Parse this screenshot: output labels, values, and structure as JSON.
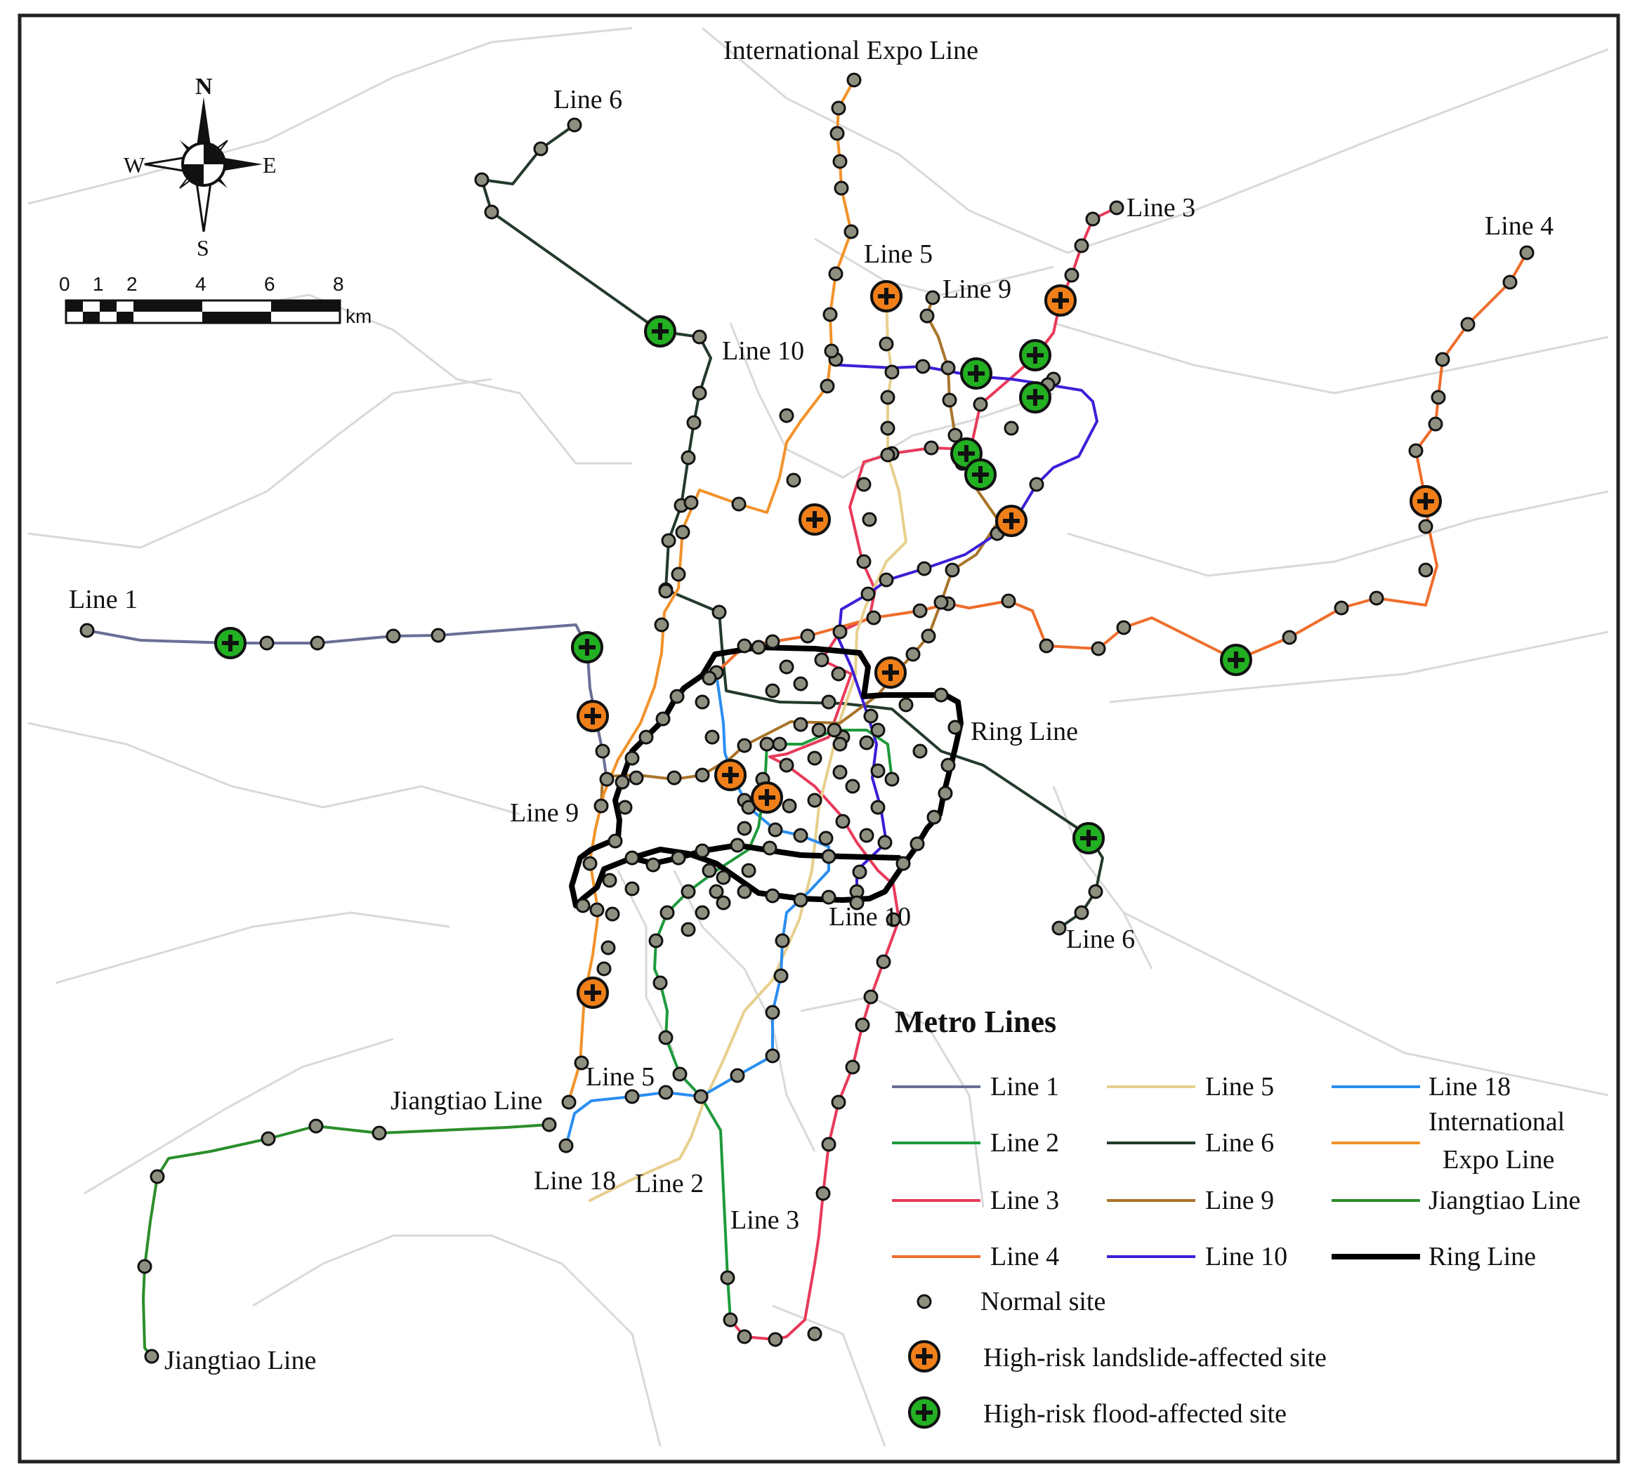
{
  "compass": {
    "n": "N",
    "s": "S",
    "e": "E",
    "w": "W"
  },
  "scale_bar": {
    "ticks": [
      "0",
      "1",
      "2",
      "4",
      "6",
      "8"
    ],
    "unit": "km"
  },
  "colors": {
    "line1": "#6b6f96",
    "line2": "#1e9a3c",
    "line3": "#e83a5a",
    "line4": "#ef6d2b",
    "line5": "#e8cf8d",
    "line6": "#233a2c",
    "line9": "#a9742a",
    "line10": "#3c1fd6",
    "line18": "#2b8ef0",
    "intl_expo": "#f2922a",
    "jiangtiao": "#2b8e2b",
    "ring": "#000000",
    "landslide": "#f07f1a",
    "flood": "#22b022",
    "site": "#8f8f80"
  },
  "map_labels": {
    "international_expo_line": "International Expo Line",
    "line6_north": "Line 6",
    "line3": "Line 3",
    "line4": "Line 4",
    "line5_north": "Line 5",
    "line9_north": "Line 9",
    "line10_north": "Line 10",
    "line1": "Line 1",
    "ring_line": "Ring Line",
    "line9_west": "Line 9",
    "line10_south": "Line 10",
    "line6_east": "Line 6",
    "jiangtiao_line_mid": "Jiangtiao Line",
    "line5_south": "Line 5",
    "line18": "Line 18",
    "line2": "Line 2",
    "line3_south": "Line 3",
    "jiangtiao_line_south": "Jiangtiao Line"
  },
  "legend": {
    "title": "Metro Lines",
    "lines": [
      {
        "label": "Line 1",
        "color_key": "line1"
      },
      {
        "label": "Line 2",
        "color_key": "line2"
      },
      {
        "label": "Line 3",
        "color_key": "line3"
      },
      {
        "label": "Line 4",
        "color_key": "line4"
      },
      {
        "label": "Line 5",
        "color_key": "line5"
      },
      {
        "label": "Line 6",
        "color_key": "line6"
      },
      {
        "label": "Line 9",
        "color_key": "line9"
      },
      {
        "label": "Line 10",
        "color_key": "line10"
      },
      {
        "label": "Line 18",
        "color_key": "line18"
      },
      {
        "label": "International",
        "label2": "Expo Line",
        "color_key": "intl_expo"
      },
      {
        "label": "Jiangtiao Line",
        "color_key": "jiangtiao"
      },
      {
        "label": "Ring Line",
        "color_key": "ring"
      }
    ],
    "sites": [
      {
        "label": "Normal site",
        "icon": "circle"
      },
      {
        "label": "High-risk landslide-affected site",
        "icon": "plus-circle-orange"
      },
      {
        "label": "High-risk flood-affected site",
        "icon": "plus-circle-green"
      }
    ]
  }
}
